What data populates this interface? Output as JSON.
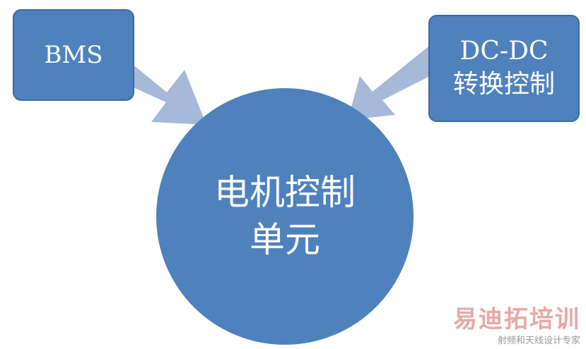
{
  "nodes": {
    "bms": "BMS",
    "dcdc_line1": "DC-DC",
    "dcdc_line2": "转换控制",
    "motor_line1": "电机控制",
    "motor_line2": "单元"
  },
  "watermark": {
    "main": "易迪拓培训",
    "sub": "射频和天线设计专家"
  },
  "colors": {
    "node_fill": "#4f81bd",
    "arrow_fill": "#a6b9d8"
  }
}
